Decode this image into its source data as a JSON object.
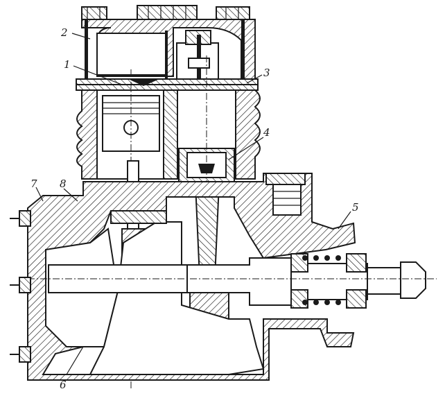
{
  "figure": {
    "callouts": [
      {
        "id": "c1",
        "text": "1"
      },
      {
        "id": "c2",
        "text": "2"
      },
      {
        "id": "c3",
        "text": "3"
      },
      {
        "id": "c4",
        "text": "4"
      },
      {
        "id": "c5",
        "text": "5"
      },
      {
        "id": "c6",
        "text": "6"
      },
      {
        "id": "c7",
        "text": "7"
      },
      {
        "id": "c8",
        "text": "8"
      }
    ]
  }
}
